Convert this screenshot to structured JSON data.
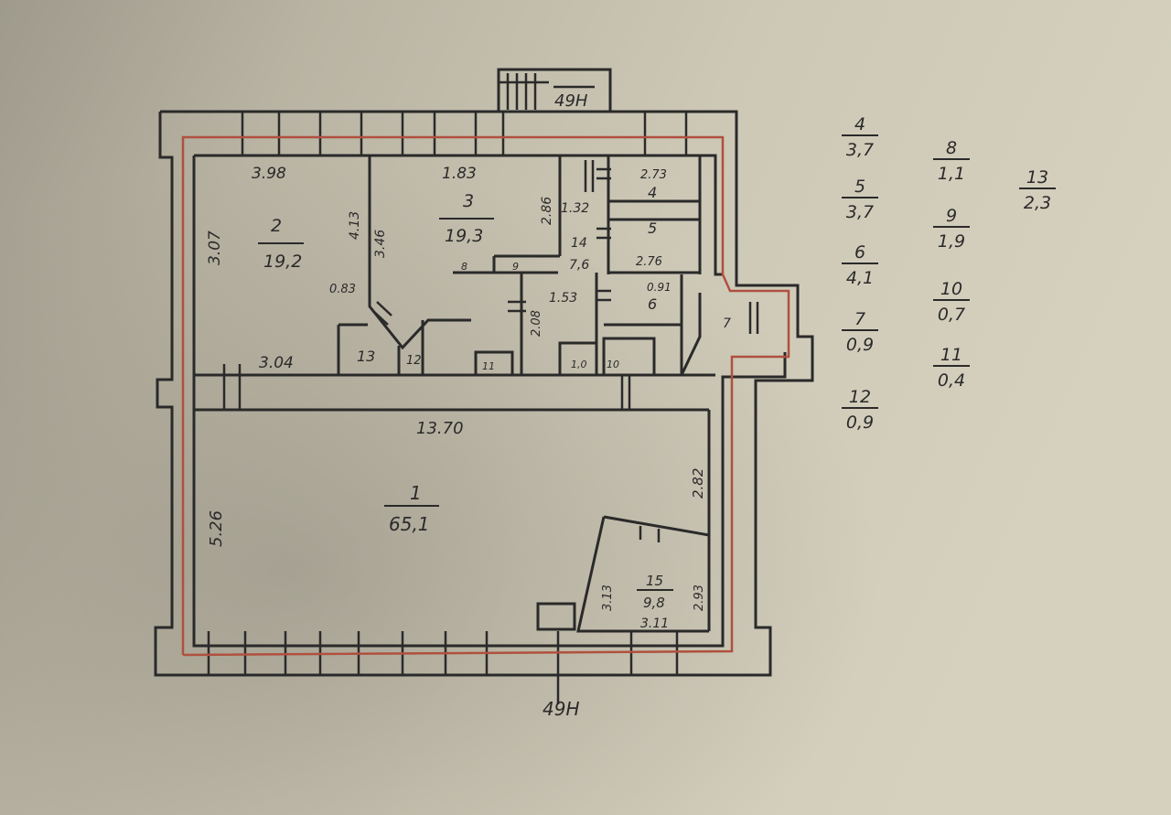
{
  "colors": {
    "paper": "#c9c4b2",
    "ink": "#2a2a2a",
    "redline": "#b0503e"
  },
  "entrances": {
    "top": "49H",
    "bottom": "49H"
  },
  "rooms": [
    {
      "id": "1",
      "area": "65,1"
    },
    {
      "id": "2",
      "area": "19,2"
    },
    {
      "id": "3",
      "area": "19,3"
    },
    {
      "id": "4",
      "area": ""
    },
    {
      "id": "5",
      "area": "2.76"
    },
    {
      "id": "6",
      "area": ""
    },
    {
      "id": "7",
      "area": ""
    },
    {
      "id": "13",
      "area": ""
    },
    {
      "id": "12",
      "area": ""
    },
    {
      "id": "15",
      "area": "9,8"
    }
  ],
  "small_labels": {
    "r11": "11",
    "r10": "10",
    "r14": "14",
    "r14b": "7,6",
    "r10b": "1,0",
    "r8": "8",
    "r9": "9"
  },
  "dimensions": {
    "d_3_98": "3.98",
    "d_1_83": "1.83",
    "d_2_73": "2.73",
    "d_3_07": "3.07",
    "d_3_46": "3.46",
    "d_4_13": "4.13",
    "d_2_86": "2.86",
    "d_1_32": "1.32",
    "d_0_83": "0.83",
    "d_1_53": "1.53",
    "d_0_91": "0.91",
    "d_3_04": "3.04",
    "d_2_08": "2.08",
    "d_13_70": "13.70",
    "d_5_26": "5.26",
    "d_2_82": "2.82",
    "d_3_13": "3.13",
    "d_2_93": "2.93",
    "d_3_11": "3.11"
  },
  "legend": [
    {
      "num": "4",
      "area": "3,7"
    },
    {
      "num": "5",
      "area": "3,7"
    },
    {
      "num": "6",
      "area": "4,1"
    },
    {
      "num": "7",
      "area": "0,9"
    },
    {
      "num": "8",
      "area": "1,1"
    },
    {
      "num": "9",
      "area": "1,9"
    },
    {
      "num": "10",
      "area": "0,7"
    },
    {
      "num": "11",
      "area": "0,4"
    },
    {
      "num": "12",
      "area": "0,9"
    },
    {
      "num": "13",
      "area": "2,3"
    }
  ]
}
